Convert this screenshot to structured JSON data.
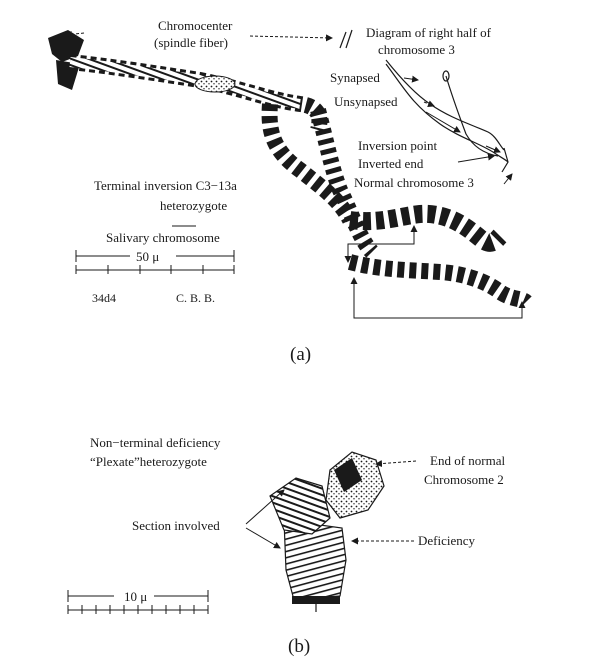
{
  "panel_a": {
    "labels": {
      "chromocenter_1": "Chromocenter",
      "chromocenter_2": "(spindle fiber)",
      "diagram_1": "Diagram of right half of",
      "diagram_2": "chromosome 3",
      "synapsed": "Synapsed",
      "unsynapsed": "Unsynapsed",
      "inversion_point": "Inversion point",
      "inverted_end": "Inverted end",
      "normal_chromosome": "Normal chromosome 3",
      "terminal_1": "Terminal inversion C3−13a",
      "terminal_2": "heterozygote",
      "salivary": "Salivary chromosome",
      "scale": "50 μ",
      "band": "34d4",
      "author": "C. B. B."
    },
    "caption": "(a)"
  },
  "panel_b": {
    "labels": {
      "deficiency_1": "Non−terminal deficiency",
      "deficiency_2": "“Plexate”heterozygote",
      "end_normal_1": "End of normal",
      "end_normal_2": "Chromosome 2",
      "section_involved": "Section involved",
      "deficiency": "Deficiency",
      "scale": "10 μ"
    },
    "caption": "(b)"
  }
}
